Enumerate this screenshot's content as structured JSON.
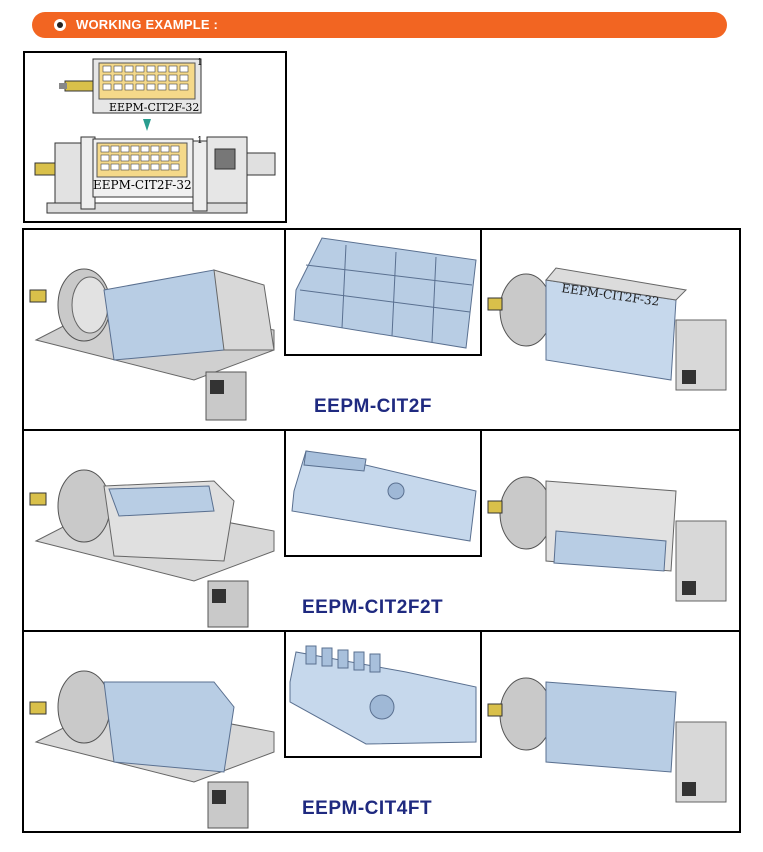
{
  "header": {
    "title": "WORKING EXAMPLE :"
  },
  "intro": {
    "plate_label_top": "EEPM-CIT2F-32",
    "plate_label_bottom": "EEPM-CIT2F-32",
    "corner_mark": "1"
  },
  "rows": [
    {
      "model": "EEPM-CIT2F",
      "right_plate_label": "EEPM-CIT2F-32"
    },
    {
      "model": "EEPM-CIT2F2T"
    },
    {
      "model": "EEPM-CIT4FT"
    }
  ],
  "colors": {
    "header_bar": "#f26522",
    "model_label": "#1f2a80",
    "machine_gray": "#c8c8c8",
    "fixture_blue": "#a8c8e8"
  }
}
